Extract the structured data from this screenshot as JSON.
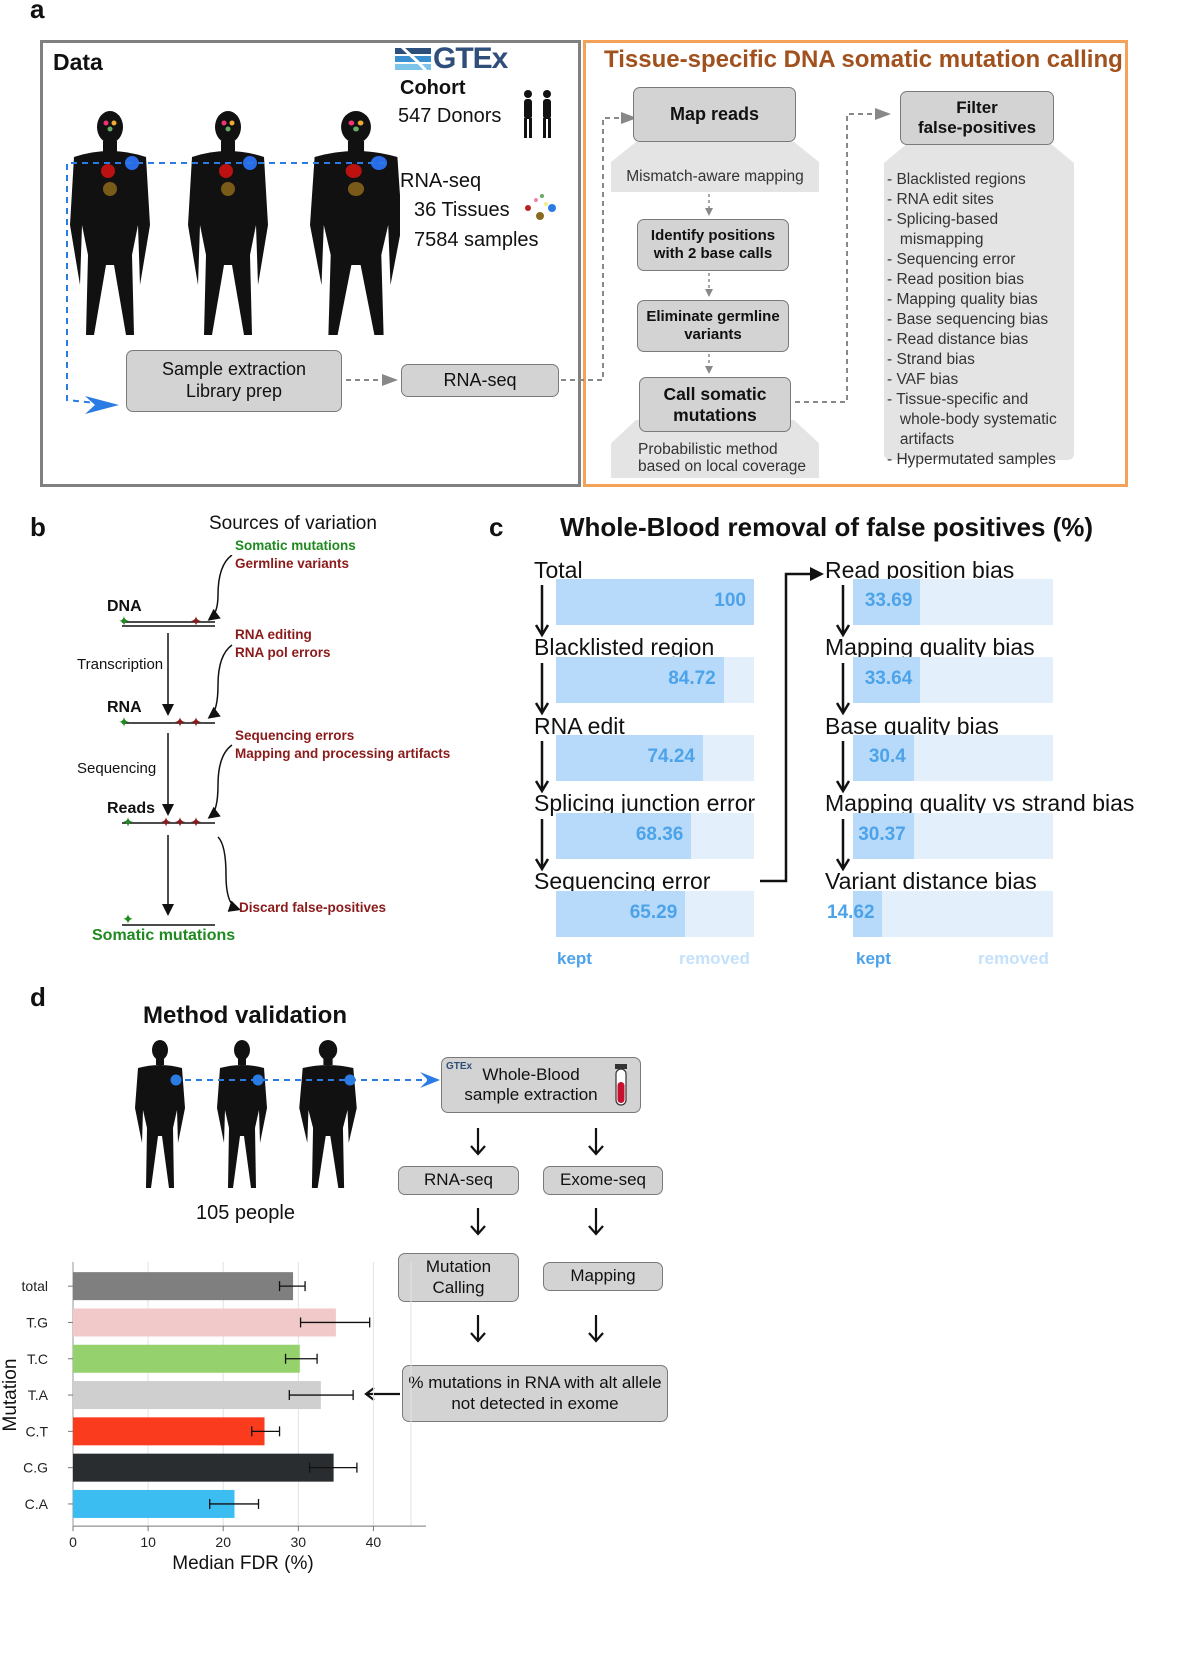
{
  "panel_a": {
    "letter": "a",
    "data_title": "Data",
    "gtex_logo": "GTEx",
    "cohort_label": "Cohort",
    "donors": "547 Donors",
    "rnaseq_label": "RNA-seq",
    "tissues": "36 Tissues",
    "samples": "7584 samples",
    "sample_extraction": [
      "Sample extraction",
      "Library prep"
    ],
    "rnaseq_box": "RNA-seq",
    "calling_title": "Tissue-specific DNA somatic  mutation calling",
    "map_reads": "Map reads",
    "mismatch_mapping": "Mismatch-aware mapping",
    "identify_positions": [
      "Identify positions",
      "with 2 base calls"
    ],
    "eliminate_germline": [
      "Eliminate germline",
      "variants"
    ],
    "call_somatic": [
      "Call somatic",
      "mutations"
    ],
    "probabilistic": [
      "Probabilistic method",
      "based on local coverage"
    ],
    "filter_fp": [
      "Filter",
      "false-positives"
    ],
    "fp_list": [
      "- Blacklisted regions",
      "- RNA edit sites",
      "- Splicing-based",
      "   mismapping",
      "- Sequencing error",
      "- Read position bias",
      "- Mapping quality bias",
      "- Base sequencing bias",
      "- Read distance bias",
      "- Strand bias",
      "- VAF bias",
      "- Tissue-specific and",
      "   whole-body systematic",
      "   artifacts",
      "- Hypermutated samples"
    ],
    "colors": {
      "grey_border": "#808080",
      "orange_border": "#f4a259",
      "title_brown": "#a0511d",
      "dash_blue": "#2a7be4"
    }
  },
  "panel_b": {
    "letter": "b",
    "title": "Sources of variation",
    "somatic": "Somatic mutations",
    "germline": "Germline variants",
    "dna": "DNA",
    "transcription": "Transcription",
    "rna_editing": "RNA editing",
    "rna_pol": "RNA pol errors",
    "rna": "RNA",
    "sequencing": "Sequencing",
    "seq_errors": "Sequencing errors",
    "mapping_artifacts": "Mapping and processing artifacts",
    "reads": "Reads",
    "discard": "Discard false-positives",
    "somatic_bottom": "Somatic mutations"
  },
  "panel_c": {
    "letter": "c",
    "title": "Whole-Blood removal of false positives (%)",
    "kept_label": "kept",
    "removed_label": "removed",
    "left_steps": [
      {
        "label": "Total",
        "value": 100,
        "text": "100"
      },
      {
        "label": "Blacklisted region",
        "value": 84.72,
        "text": "84.72"
      },
      {
        "label": "RNA edit",
        "value": 74.24,
        "text": "74.24"
      },
      {
        "label": "Splicing junction error",
        "value": 68.36,
        "text": "68.36"
      },
      {
        "label": "Sequencing error",
        "value": 65.29,
        "text": "65.29"
      }
    ],
    "right_steps": [
      {
        "label": "Read position bias",
        "value": 33.69,
        "text": "33.69"
      },
      {
        "label": "Mapping quality bias",
        "value": 33.64,
        "text": "33.64"
      },
      {
        "label": "Base quality bias",
        "value": 30.4,
        "text": "30.4"
      },
      {
        "label": "Mapping quality vs strand bias",
        "value": 30.37,
        "text": "30.37"
      },
      {
        "label": "Variant distance bias",
        "value": 14.62,
        "text": "14.62"
      }
    ],
    "colors": {
      "kept": "#b7dafa",
      "removed": "#e3f0fc",
      "value_text": "#4da3ea"
    }
  },
  "panel_d": {
    "letter": "d",
    "title": "Method validation",
    "people": "105 people",
    "gtex_small": "GTEx",
    "whole_blood": [
      "Whole-Blood",
      "sample extraction"
    ],
    "rnaseq": "RNA-seq",
    "exomeseq": "Exome-seq",
    "mutation_calling": [
      "Mutation",
      "Calling"
    ],
    "mapping": "Mapping",
    "result": [
      "% mutations in RNA with alt allele",
      "not detected in exome"
    ]
  },
  "chart_data": {
    "type": "bar",
    "orientation": "horizontal",
    "categories": [
      "total",
      "T.G",
      "T.C",
      "T.A",
      "C.T",
      "C.G",
      "C.A"
    ],
    "values": [
      29.3,
      35.0,
      30.2,
      33.0,
      25.5,
      34.7,
      21.5
    ],
    "error_low": [
      27.5,
      30.3,
      28.3,
      28.8,
      23.8,
      31.5,
      18.2
    ],
    "error_high": [
      30.9,
      39.5,
      32.5,
      37.3,
      27.5,
      37.8,
      24.7
    ],
    "colors": [
      "#7f7f7f",
      "#f1c9c9",
      "#95d16c",
      "#cfcfcf",
      "#fb3b1e",
      "#2a2d30",
      "#3bbdf1"
    ],
    "xlabel": "Median FDR (%)",
    "ylabel": "Mutation",
    "xlim": [
      0,
      47
    ],
    "xticks": [
      0,
      10,
      20,
      30,
      40
    ],
    "grid": true
  }
}
